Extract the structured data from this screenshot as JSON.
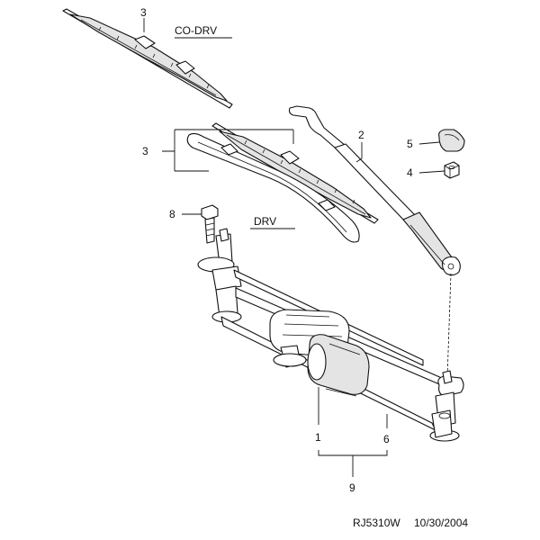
{
  "callouts": {
    "c3_top": "3",
    "c3_mid": "3",
    "c2": "2",
    "c5": "5",
    "c4": "4",
    "c8": "8",
    "c1": "1",
    "c6": "6",
    "c9": "9"
  },
  "labels": {
    "co_drv": "CO-DRV",
    "drv": "DRV"
  },
  "footer": {
    "ref_code": "RJ5310W",
    "date": "10/30/2004"
  }
}
